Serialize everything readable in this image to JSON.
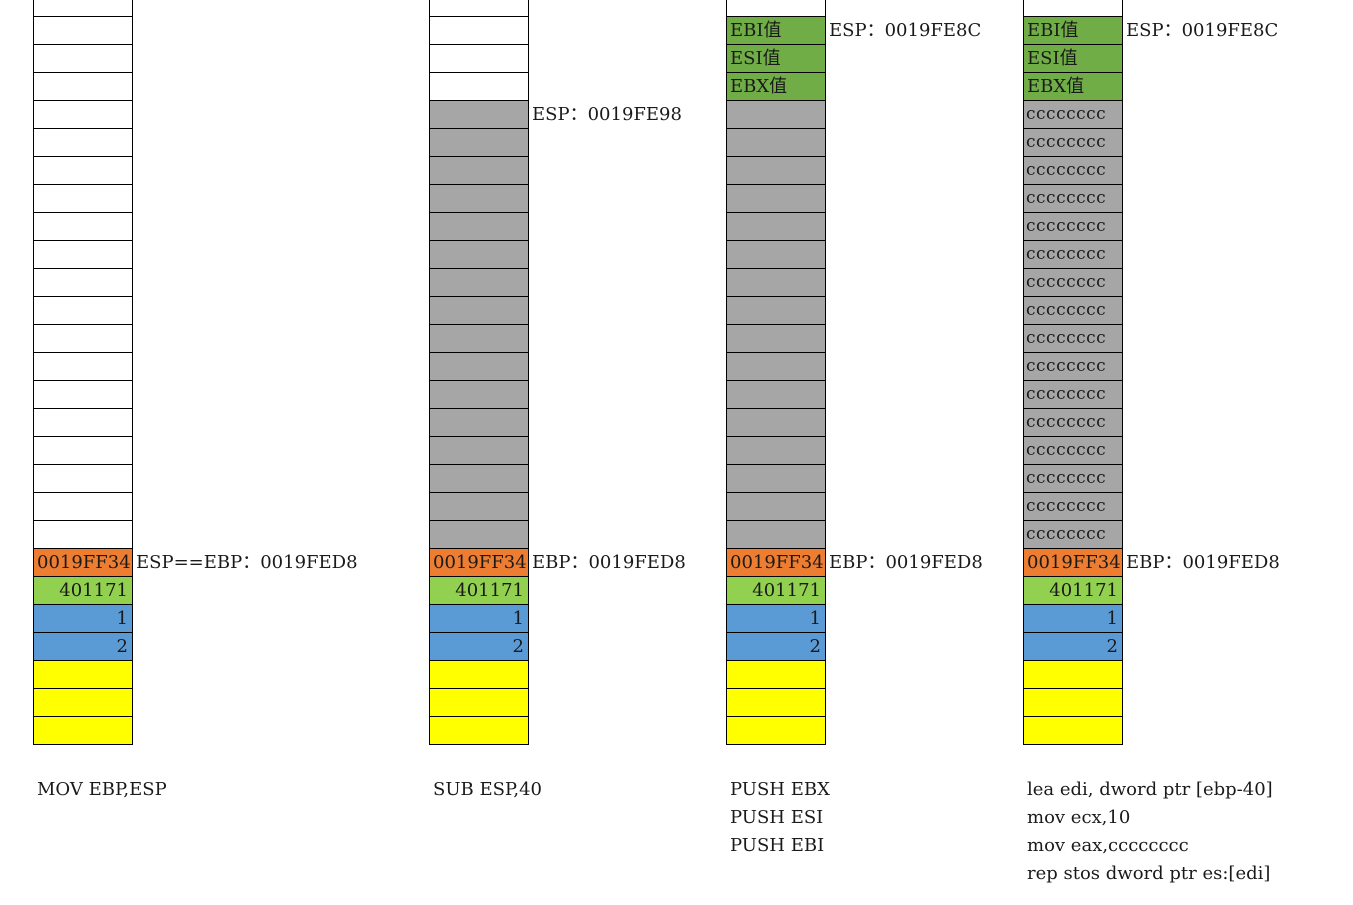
{
  "columns": [
    {
      "cells": [
        {
          "row": -1,
          "color": "white",
          "text": ""
        },
        {
          "row": 0,
          "color": "white",
          "text": ""
        },
        {
          "row": 1,
          "color": "white",
          "text": ""
        },
        {
          "row": 2,
          "color": "white",
          "text": ""
        },
        {
          "row": 3,
          "color": "white",
          "text": ""
        },
        {
          "row": 4,
          "color": "white",
          "text": ""
        },
        {
          "row": 5,
          "color": "white",
          "text": ""
        },
        {
          "row": 6,
          "color": "white",
          "text": ""
        },
        {
          "row": 7,
          "color": "white",
          "text": ""
        },
        {
          "row": 8,
          "color": "white",
          "text": ""
        },
        {
          "row": 9,
          "color": "white",
          "text": ""
        },
        {
          "row": 10,
          "color": "white",
          "text": ""
        },
        {
          "row": 11,
          "color": "white",
          "text": ""
        },
        {
          "row": 12,
          "color": "white",
          "text": ""
        },
        {
          "row": 13,
          "color": "white",
          "text": ""
        },
        {
          "row": 14,
          "color": "white",
          "text": ""
        },
        {
          "row": 15,
          "color": "white",
          "text": ""
        },
        {
          "row": 16,
          "color": "white",
          "text": ""
        },
        {
          "row": 17,
          "color": "white",
          "text": ""
        },
        {
          "row": 18,
          "color": "white",
          "text": ""
        },
        {
          "row": 19,
          "color": "orange",
          "text": "0019FF34",
          "align": "left"
        },
        {
          "row": 20,
          "color": "lime",
          "text": "401171",
          "align": "right"
        },
        {
          "row": 21,
          "color": "blue",
          "text": "1",
          "align": "right"
        },
        {
          "row": 22,
          "color": "blue",
          "text": "2",
          "align": "right"
        },
        {
          "row": 23,
          "color": "yellow",
          "text": ""
        },
        {
          "row": 24,
          "color": "yellow",
          "text": ""
        },
        {
          "row": 25,
          "color": "yellow",
          "text": ""
        }
      ],
      "notes": [
        {
          "row": 19,
          "text": "ESP==EBP：0019FED8"
        }
      ],
      "instructions": [
        "MOV EBP,ESP"
      ]
    },
    {
      "cells": [
        {
          "row": -1,
          "color": "white",
          "text": ""
        },
        {
          "row": 0,
          "color": "white",
          "text": ""
        },
        {
          "row": 1,
          "color": "white",
          "text": ""
        },
        {
          "row": 2,
          "color": "white",
          "text": ""
        },
        {
          "row": 3,
          "color": "gray",
          "text": ""
        },
        {
          "row": 4,
          "color": "gray",
          "text": ""
        },
        {
          "row": 5,
          "color": "gray",
          "text": ""
        },
        {
          "row": 6,
          "color": "gray",
          "text": ""
        },
        {
          "row": 7,
          "color": "gray",
          "text": ""
        },
        {
          "row": 8,
          "color": "gray",
          "text": ""
        },
        {
          "row": 9,
          "color": "gray",
          "text": ""
        },
        {
          "row": 10,
          "color": "gray",
          "text": ""
        },
        {
          "row": 11,
          "color": "gray",
          "text": ""
        },
        {
          "row": 12,
          "color": "gray",
          "text": ""
        },
        {
          "row": 13,
          "color": "gray",
          "text": ""
        },
        {
          "row": 14,
          "color": "gray",
          "text": ""
        },
        {
          "row": 15,
          "color": "gray",
          "text": ""
        },
        {
          "row": 16,
          "color": "gray",
          "text": ""
        },
        {
          "row": 17,
          "color": "gray",
          "text": ""
        },
        {
          "row": 18,
          "color": "gray",
          "text": ""
        },
        {
          "row": 19,
          "color": "orange",
          "text": "0019FF34",
          "align": "left"
        },
        {
          "row": 20,
          "color": "lime",
          "text": "401171",
          "align": "right"
        },
        {
          "row": 21,
          "color": "blue",
          "text": "1",
          "align": "right"
        },
        {
          "row": 22,
          "color": "blue",
          "text": "2",
          "align": "right"
        },
        {
          "row": 23,
          "color": "yellow",
          "text": ""
        },
        {
          "row": 24,
          "color": "yellow",
          "text": ""
        },
        {
          "row": 25,
          "color": "yellow",
          "text": ""
        }
      ],
      "notes": [
        {
          "row": 3,
          "text": "ESP：0019FE98"
        },
        {
          "row": 19,
          "text": "EBP：0019FED8"
        }
      ],
      "instructions": [
        "SUB ESP,40"
      ]
    },
    {
      "cells": [
        {
          "row": -1,
          "color": "white",
          "text": ""
        },
        {
          "row": 0,
          "color": "green",
          "text": "EBI值",
          "align": "left"
        },
        {
          "row": 1,
          "color": "green",
          "text": "ESI值",
          "align": "left"
        },
        {
          "row": 2,
          "color": "green",
          "text": "EBX值",
          "align": "left"
        },
        {
          "row": 3,
          "color": "gray",
          "text": ""
        },
        {
          "row": 4,
          "color": "gray",
          "text": ""
        },
        {
          "row": 5,
          "color": "gray",
          "text": ""
        },
        {
          "row": 6,
          "color": "gray",
          "text": ""
        },
        {
          "row": 7,
          "color": "gray",
          "text": ""
        },
        {
          "row": 8,
          "color": "gray",
          "text": ""
        },
        {
          "row": 9,
          "color": "gray",
          "text": ""
        },
        {
          "row": 10,
          "color": "gray",
          "text": ""
        },
        {
          "row": 11,
          "color": "gray",
          "text": ""
        },
        {
          "row": 12,
          "color": "gray",
          "text": ""
        },
        {
          "row": 13,
          "color": "gray",
          "text": ""
        },
        {
          "row": 14,
          "color": "gray",
          "text": ""
        },
        {
          "row": 15,
          "color": "gray",
          "text": ""
        },
        {
          "row": 16,
          "color": "gray",
          "text": ""
        },
        {
          "row": 17,
          "color": "gray",
          "text": ""
        },
        {
          "row": 18,
          "color": "gray",
          "text": ""
        },
        {
          "row": 19,
          "color": "orange",
          "text": "0019FF34",
          "align": "left"
        },
        {
          "row": 20,
          "color": "lime",
          "text": "401171",
          "align": "right"
        },
        {
          "row": 21,
          "color": "blue",
          "text": "1",
          "align": "right"
        },
        {
          "row": 22,
          "color": "blue",
          "text": "2",
          "align": "right"
        },
        {
          "row": 23,
          "color": "yellow",
          "text": ""
        },
        {
          "row": 24,
          "color": "yellow",
          "text": ""
        },
        {
          "row": 25,
          "color": "yellow",
          "text": ""
        }
      ],
      "notes": [
        {
          "row": 0,
          "text": "ESP：0019FE8C"
        },
        {
          "row": 19,
          "text": "EBP：0019FED8"
        }
      ],
      "instructions": [
        "PUSH EBX",
        "PUSH ESI",
        "PUSH EBI"
      ]
    },
    {
      "cells": [
        {
          "row": -1,
          "color": "white",
          "text": ""
        },
        {
          "row": 0,
          "color": "green",
          "text": "EBI值",
          "align": "left"
        },
        {
          "row": 1,
          "color": "green",
          "text": "ESI值",
          "align": "left"
        },
        {
          "row": 2,
          "color": "green",
          "text": "EBX值",
          "align": "left"
        },
        {
          "row": 3,
          "color": "gray",
          "text": "cccccccc",
          "align": "fill"
        },
        {
          "row": 4,
          "color": "gray",
          "text": "cccccccc",
          "align": "fill"
        },
        {
          "row": 5,
          "color": "gray",
          "text": "cccccccc",
          "align": "fill"
        },
        {
          "row": 6,
          "color": "gray",
          "text": "cccccccc",
          "align": "fill"
        },
        {
          "row": 7,
          "color": "gray",
          "text": "cccccccc",
          "align": "fill"
        },
        {
          "row": 8,
          "color": "gray",
          "text": "cccccccc",
          "align": "fill"
        },
        {
          "row": 9,
          "color": "gray",
          "text": "cccccccc",
          "align": "fill"
        },
        {
          "row": 10,
          "color": "gray",
          "text": "cccccccc",
          "align": "fill"
        },
        {
          "row": 11,
          "color": "gray",
          "text": "cccccccc",
          "align": "fill"
        },
        {
          "row": 12,
          "color": "gray",
          "text": "cccccccc",
          "align": "fill"
        },
        {
          "row": 13,
          "color": "gray",
          "text": "cccccccc",
          "align": "fill"
        },
        {
          "row": 14,
          "color": "gray",
          "text": "cccccccc",
          "align": "fill"
        },
        {
          "row": 15,
          "color": "gray",
          "text": "cccccccc",
          "align": "fill"
        },
        {
          "row": 16,
          "color": "gray",
          "text": "cccccccc",
          "align": "fill"
        },
        {
          "row": 17,
          "color": "gray",
          "text": "cccccccc",
          "align": "fill"
        },
        {
          "row": 18,
          "color": "gray",
          "text": "cccccccc",
          "align": "fill"
        },
        {
          "row": 19,
          "color": "orange",
          "text": "0019FF34",
          "align": "left"
        },
        {
          "row": 20,
          "color": "lime",
          "text": "401171",
          "align": "right"
        },
        {
          "row": 21,
          "color": "blue",
          "text": "1",
          "align": "right"
        },
        {
          "row": 22,
          "color": "blue",
          "text": "2",
          "align": "right"
        },
        {
          "row": 23,
          "color": "yellow",
          "text": ""
        },
        {
          "row": 24,
          "color": "yellow",
          "text": ""
        },
        {
          "row": 25,
          "color": "yellow",
          "text": ""
        }
      ],
      "notes": [
        {
          "row": 0,
          "text": "ESP：0019FE8C"
        },
        {
          "row": 19,
          "text": "EBP：0019FED8"
        }
      ],
      "instructions": [
        "lea edi, dword ptr [ebp-40]",
        "mov ecx,10",
        "mov eax,cccccccc",
        "rep stos dword ptr es:[edi]"
      ]
    }
  ]
}
